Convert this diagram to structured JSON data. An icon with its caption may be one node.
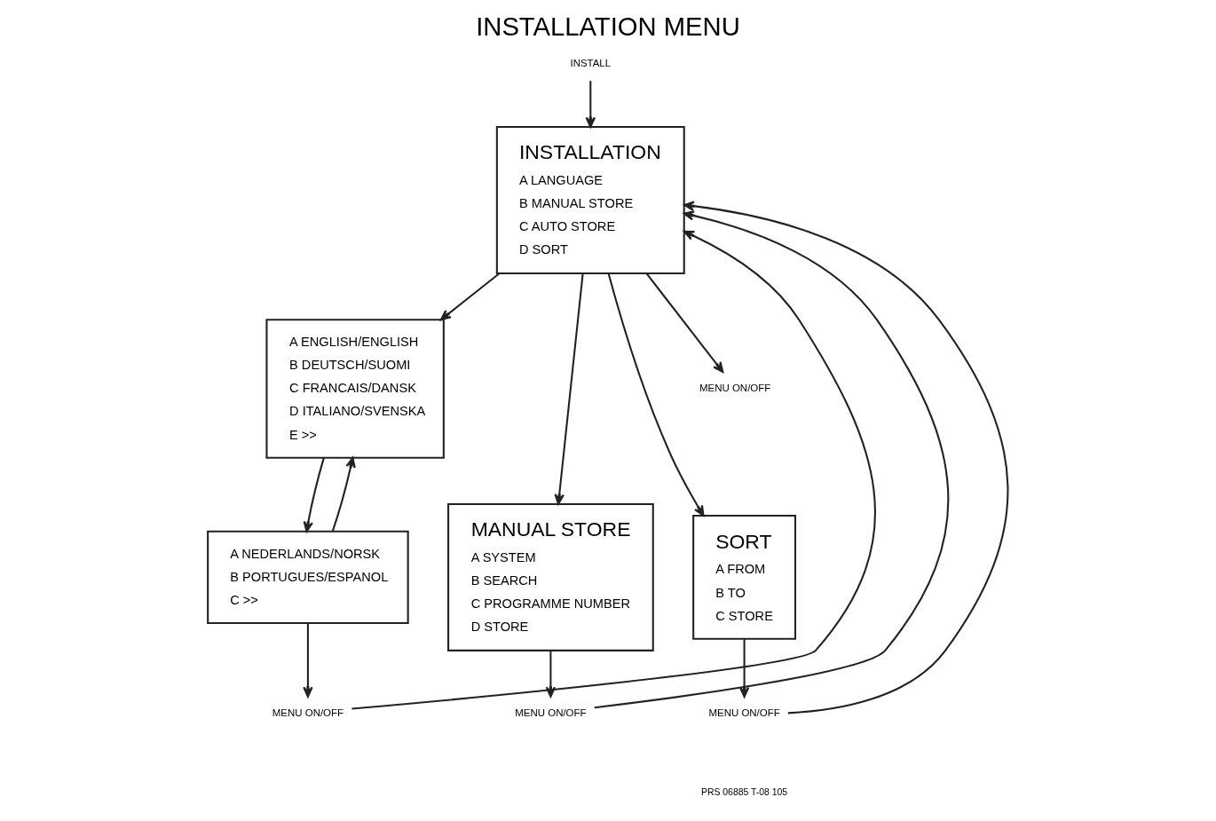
{
  "diagram": {
    "title": "INSTALLATION MENU",
    "nodes": [
      {
        "text": [
          "INSTALL"
        ]
      },
      {
        "text": [
          "INSTALLATION",
          "A LANGUAGE",
          "B MANUAL STORE",
          "C AUTO STORE",
          "D SORT"
        ]
      },
      {
        "text": [
          "A ENGLISH/ENGLISH",
          "B DEUTSCH/SUOMI",
          "C FRANCAIS/DANSK",
          "D ITALIANO/SVENSKA",
          "E >>"
        ]
      },
      {
        "text": [
          "A NEDERLANDS/NORSK",
          "B PORTUGUES/ESPANOL",
          "C >>"
        ]
      },
      {
        "text": [
          "MANUAL STORE",
          "A SYSTEM",
          "B SEARCH",
          "C PROGRAMME NUMBER",
          "D STORE"
        ]
      },
      {
        "text": [
          "SORT",
          "A FROM",
          "B TO",
          "C STORE"
        ]
      },
      {
        "text": [
          "MENU ON/OFF"
        ]
      },
      {
        "text": [
          "MENU ON/OFF"
        ]
      },
      {
        "text": [
          "MENU ON/OFF"
        ]
      },
      {
        "text": [
          "MENU ON/OFF"
        ]
      }
    ],
    "edges": [
      {
        "from": 0,
        "to": 1,
        "arrow": "to"
      },
      {
        "from": 1,
        "to": 2,
        "arrow": "to"
      },
      {
        "from": 1,
        "to": 4,
        "arrow": "to"
      },
      {
        "from": 1,
        "to": 5,
        "arrow": "to"
      },
      {
        "from": 1,
        "to": 6,
        "arrow": "to"
      },
      {
        "from": 2,
        "to": 3,
        "arrow": "to"
      },
      {
        "from": 3,
        "to": 2,
        "arrow": "to"
      },
      {
        "from": 3,
        "to": 7,
        "arrow": "to"
      },
      {
        "from": 4,
        "to": 8,
        "arrow": "to"
      },
      {
        "from": 5,
        "to": 9,
        "arrow": "to"
      },
      {
        "from": 7,
        "to": 1,
        "arrow": "to"
      },
      {
        "from": 8,
        "to": 1,
        "arrow": "to"
      },
      {
        "from": 9,
        "to": 1,
        "arrow": "to"
      }
    ],
    "labels": [
      "PRS 06885 T-08 105"
    ]
  }
}
